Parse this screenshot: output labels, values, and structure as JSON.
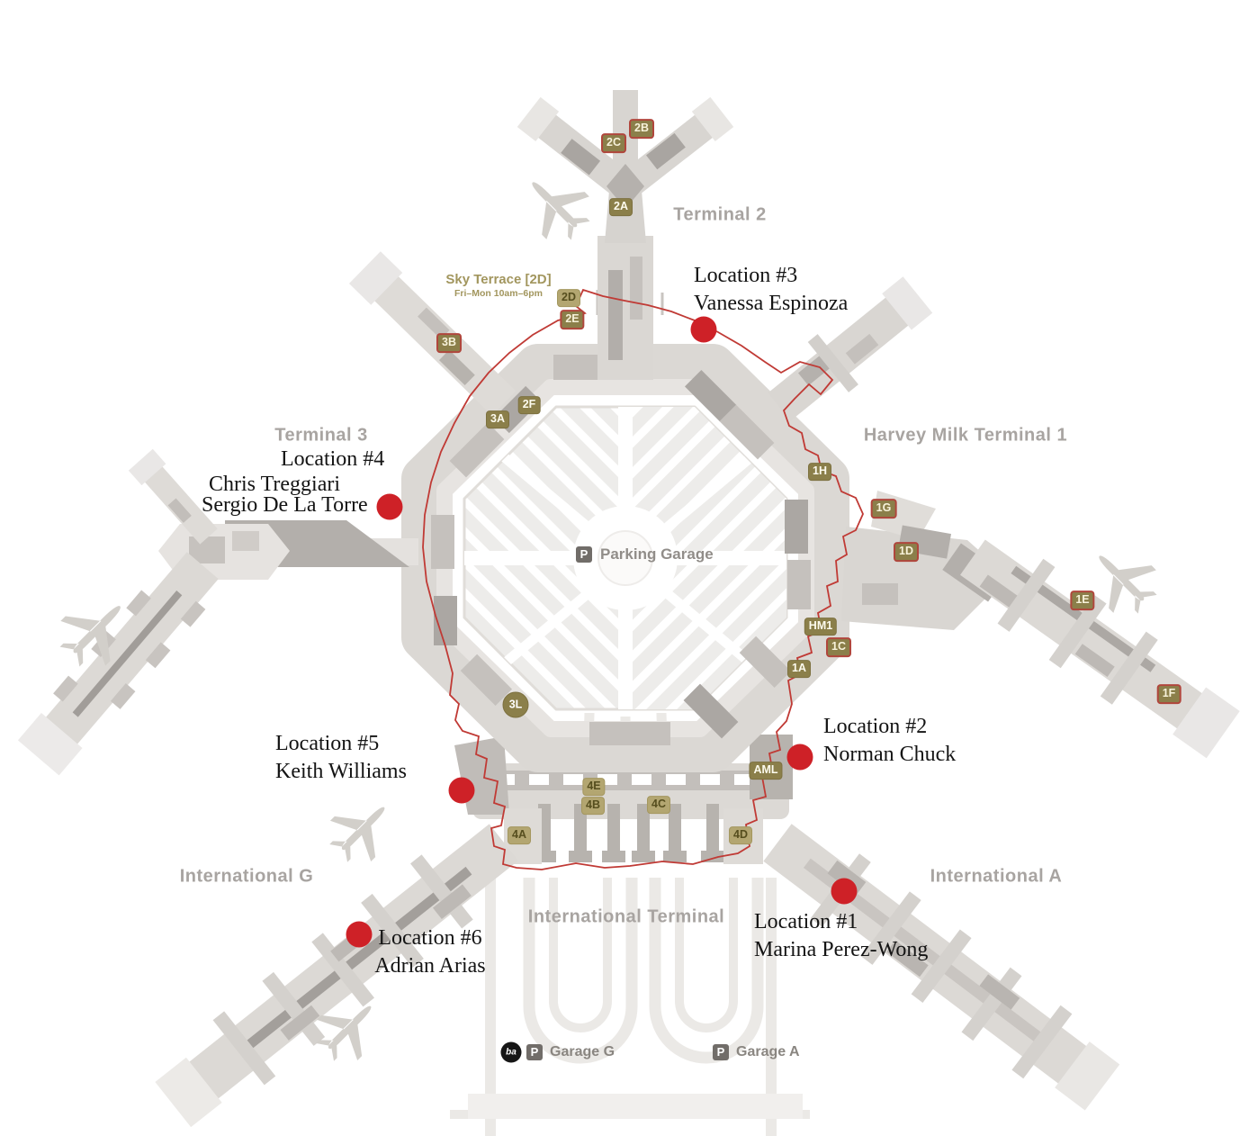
{
  "map": {
    "areas": {
      "terminal_2": "Terminal 2",
      "terminal_3": "Terminal 3",
      "harvey_milk_terminal_1": "Harvey Milk Terminal 1",
      "international_g": "International G",
      "international_a": "International A",
      "international_terminal": "International Terminal"
    },
    "sky_terrace": {
      "name": "Sky Terrace [2D]",
      "hours": "Fri–Mon 10am–6pm"
    },
    "parking": {
      "p_symbol": "P",
      "central_garage": "Parking Garage",
      "garage_g": "Garage G",
      "garage_a": "Garage A"
    },
    "transit": {
      "bart_logo": "ba"
    },
    "gates": [
      {
        "label": "2B",
        "style": "bordered"
      },
      {
        "label": "2C",
        "style": "bordered"
      },
      {
        "label": "2A",
        "style": "solid"
      },
      {
        "label": "2D",
        "style": "khaki"
      },
      {
        "label": "2E",
        "style": "bordered"
      },
      {
        "label": "3B",
        "style": "bordered"
      },
      {
        "label": "2F",
        "style": "solid"
      },
      {
        "label": "3A",
        "style": "solid"
      },
      {
        "label": "1H",
        "style": "solid"
      },
      {
        "label": "1G",
        "style": "bordered"
      },
      {
        "label": "1D",
        "style": "bordered"
      },
      {
        "label": "1E",
        "style": "bordered"
      },
      {
        "label": "1F",
        "style": "bordered"
      },
      {
        "label": "HM1",
        "style": "solid"
      },
      {
        "label": "1C",
        "style": "bordered"
      },
      {
        "label": "1A",
        "style": "solid"
      },
      {
        "label": "3L",
        "style": "circle"
      },
      {
        "label": "AML",
        "style": "solid"
      },
      {
        "label": "4E",
        "style": "khaki"
      },
      {
        "label": "4B",
        "style": "khaki"
      },
      {
        "label": "4C",
        "style": "khaki"
      },
      {
        "label": "4A",
        "style": "khaki"
      },
      {
        "label": "4D",
        "style": "khaki"
      }
    ],
    "locations": [
      {
        "id": 1,
        "title": "Location #1",
        "artists": [
          "Marina Perez-Wong"
        ]
      },
      {
        "id": 2,
        "title": "Location #2",
        "artists": [
          "Norman Chuck"
        ]
      },
      {
        "id": 3,
        "title": "Location #3",
        "artists": [
          "Vanessa Espinoza"
        ]
      },
      {
        "id": 4,
        "title": "Location #4",
        "artists": [
          "Chris Treggiari",
          "Sergio De La Torre"
        ]
      },
      {
        "id": 5,
        "title": "Location #5",
        "artists": [
          "Keith Williams"
        ]
      },
      {
        "id": 6,
        "title": "Location #6",
        "artists": [
          "Adrian Arias"
        ]
      }
    ],
    "colors": {
      "marker_red": "#ce2127",
      "secure_boundary_red": "#c03a35",
      "badge_olive": "#8b7f4a",
      "badge_khaki": "#b3a671",
      "badge_border_red": "#b0463c",
      "area_label_gray": "#a8a4a1",
      "sky_terrace_olive": "#a2965e"
    }
  }
}
